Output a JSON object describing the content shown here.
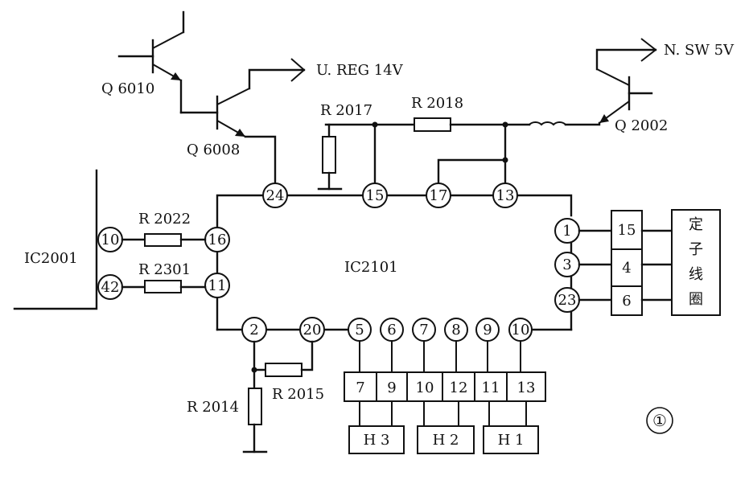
{
  "transistors": {
    "q6010": "Q 6010",
    "q6008": "Q 6008",
    "q2002": "Q 2002"
  },
  "supplies": {
    "ureg": "U. REG 14V",
    "nsw": "N. SW 5V"
  },
  "resistors": {
    "r2017": "R 2017",
    "r2018": "R 2018",
    "r2022": "R 2022",
    "r2301": "R 2301",
    "r2014": "R 2014",
    "r2015": "R 2015"
  },
  "ics": {
    "ic2001": "IC2001",
    "ic2101": "IC2101"
  },
  "ic2101_pins": {
    "p24": "24",
    "p15": "15",
    "p17": "17",
    "p13": "13",
    "p16": "16",
    "p11": "11",
    "p1": "1",
    "p3": "3",
    "p23": "23",
    "p2": "2",
    "p20": "20",
    "p5": "5",
    "p6": "6",
    "p7": "7",
    "p8": "8",
    "p9": "9",
    "p10": "10"
  },
  "ic2001_pins": {
    "p10": "10",
    "p42": "42"
  },
  "connector_stator": [
    "15",
    "4",
    "6"
  ],
  "stator_coil": [
    "定",
    "子",
    "线",
    "圈"
  ],
  "hall_connector": [
    "7",
    "9",
    "10",
    "12",
    "11",
    "13"
  ],
  "hall_sensors": [
    "H 3",
    "H 2",
    "H 1"
  ],
  "figure_number": "①"
}
